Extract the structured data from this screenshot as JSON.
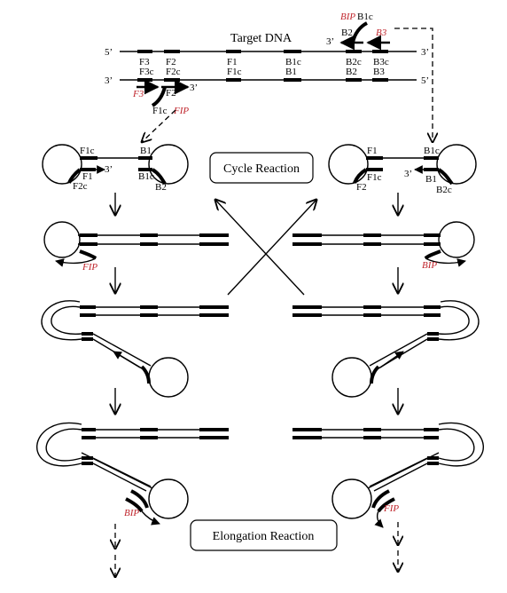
{
  "title": "Target DNA",
  "strand_ends": {
    "five": "5’",
    "three": "3’"
  },
  "top_strand_labels": [
    "F3",
    "F2",
    "F1",
    "B1c",
    "B2c",
    "B3c"
  ],
  "bottom_strand_labels": [
    "F3c",
    "F2c",
    "F1c",
    "B1",
    "B2",
    "B3"
  ],
  "primers": {
    "BIP": "BIP",
    "B3": "B3",
    "F3": "F3",
    "FIP": "FIP",
    "B1c": "B1c",
    "B2": "B2",
    "F2": "F2",
    "F1c": "F1c",
    "three": "3’"
  },
  "left_dumbbell": {
    "top_left": "F1c",
    "top_right": "B1",
    "bottom_left1": "F1",
    "bottom_left2": "F2c",
    "three": "3’",
    "bottom_right1": "B1c",
    "bottom_right2": "B2"
  },
  "right_dumbbell": {
    "top_left": "F1",
    "top_right": "B1c",
    "bottom_left1": "F1c",
    "bottom_left2": "F2",
    "three": "3’",
    "bottom_right1": "B1",
    "bottom_right2": "B2c"
  },
  "step_primers": {
    "left_fip": "FIP",
    "right_bip": "BIP",
    "bottom_left_bip": "BIP",
    "bottom_right_fip": "FIP"
  },
  "boxes": {
    "cycle": "Cycle Reaction",
    "elongation": "Elongation Reaction"
  },
  "colors": {
    "primer_red": "#c0262d",
    "line": "#000000"
  }
}
